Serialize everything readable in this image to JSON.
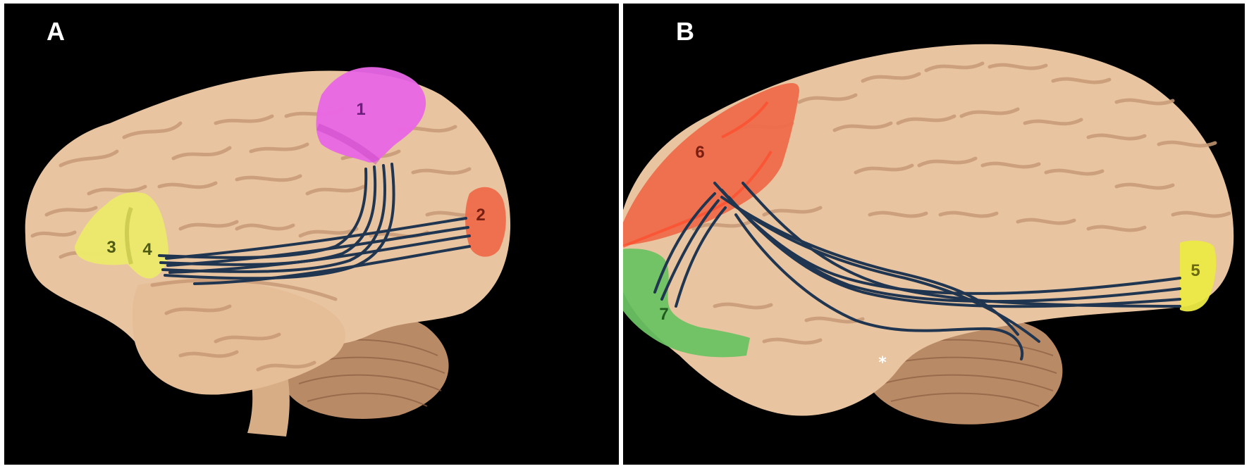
{
  "panels": [
    {
      "letter": "A",
      "regions": [
        {
          "number": "1",
          "color": "#e966e6",
          "text_color": "#6a1f7a"
        },
        {
          "number": "2",
          "color": "#ee6b4a",
          "text_color": "#7a1e12"
        },
        {
          "number": "3",
          "color": "#ecea6c",
          "text_color": "#4f5a12"
        },
        {
          "number": "4",
          "color": "#ecea6c",
          "text_color": "#4f5a12"
        }
      ]
    },
    {
      "letter": "B",
      "regions": [
        {
          "number": "5",
          "color": "#ecea45",
          "text_color": "#6b6a12"
        },
        {
          "number": "6",
          "color": "#ee6b4a",
          "text_color": "#7a1e12"
        },
        {
          "number": "7",
          "color": "#6cc263",
          "text_color": "#1f5a1f"
        }
      ],
      "marker": "*"
    }
  ],
  "colors": {
    "background": "#000000",
    "brain": "#e9c4a0",
    "sulci": "#c89a76",
    "cerebellum": "#b98a66",
    "tracts": "#1f3550"
  }
}
